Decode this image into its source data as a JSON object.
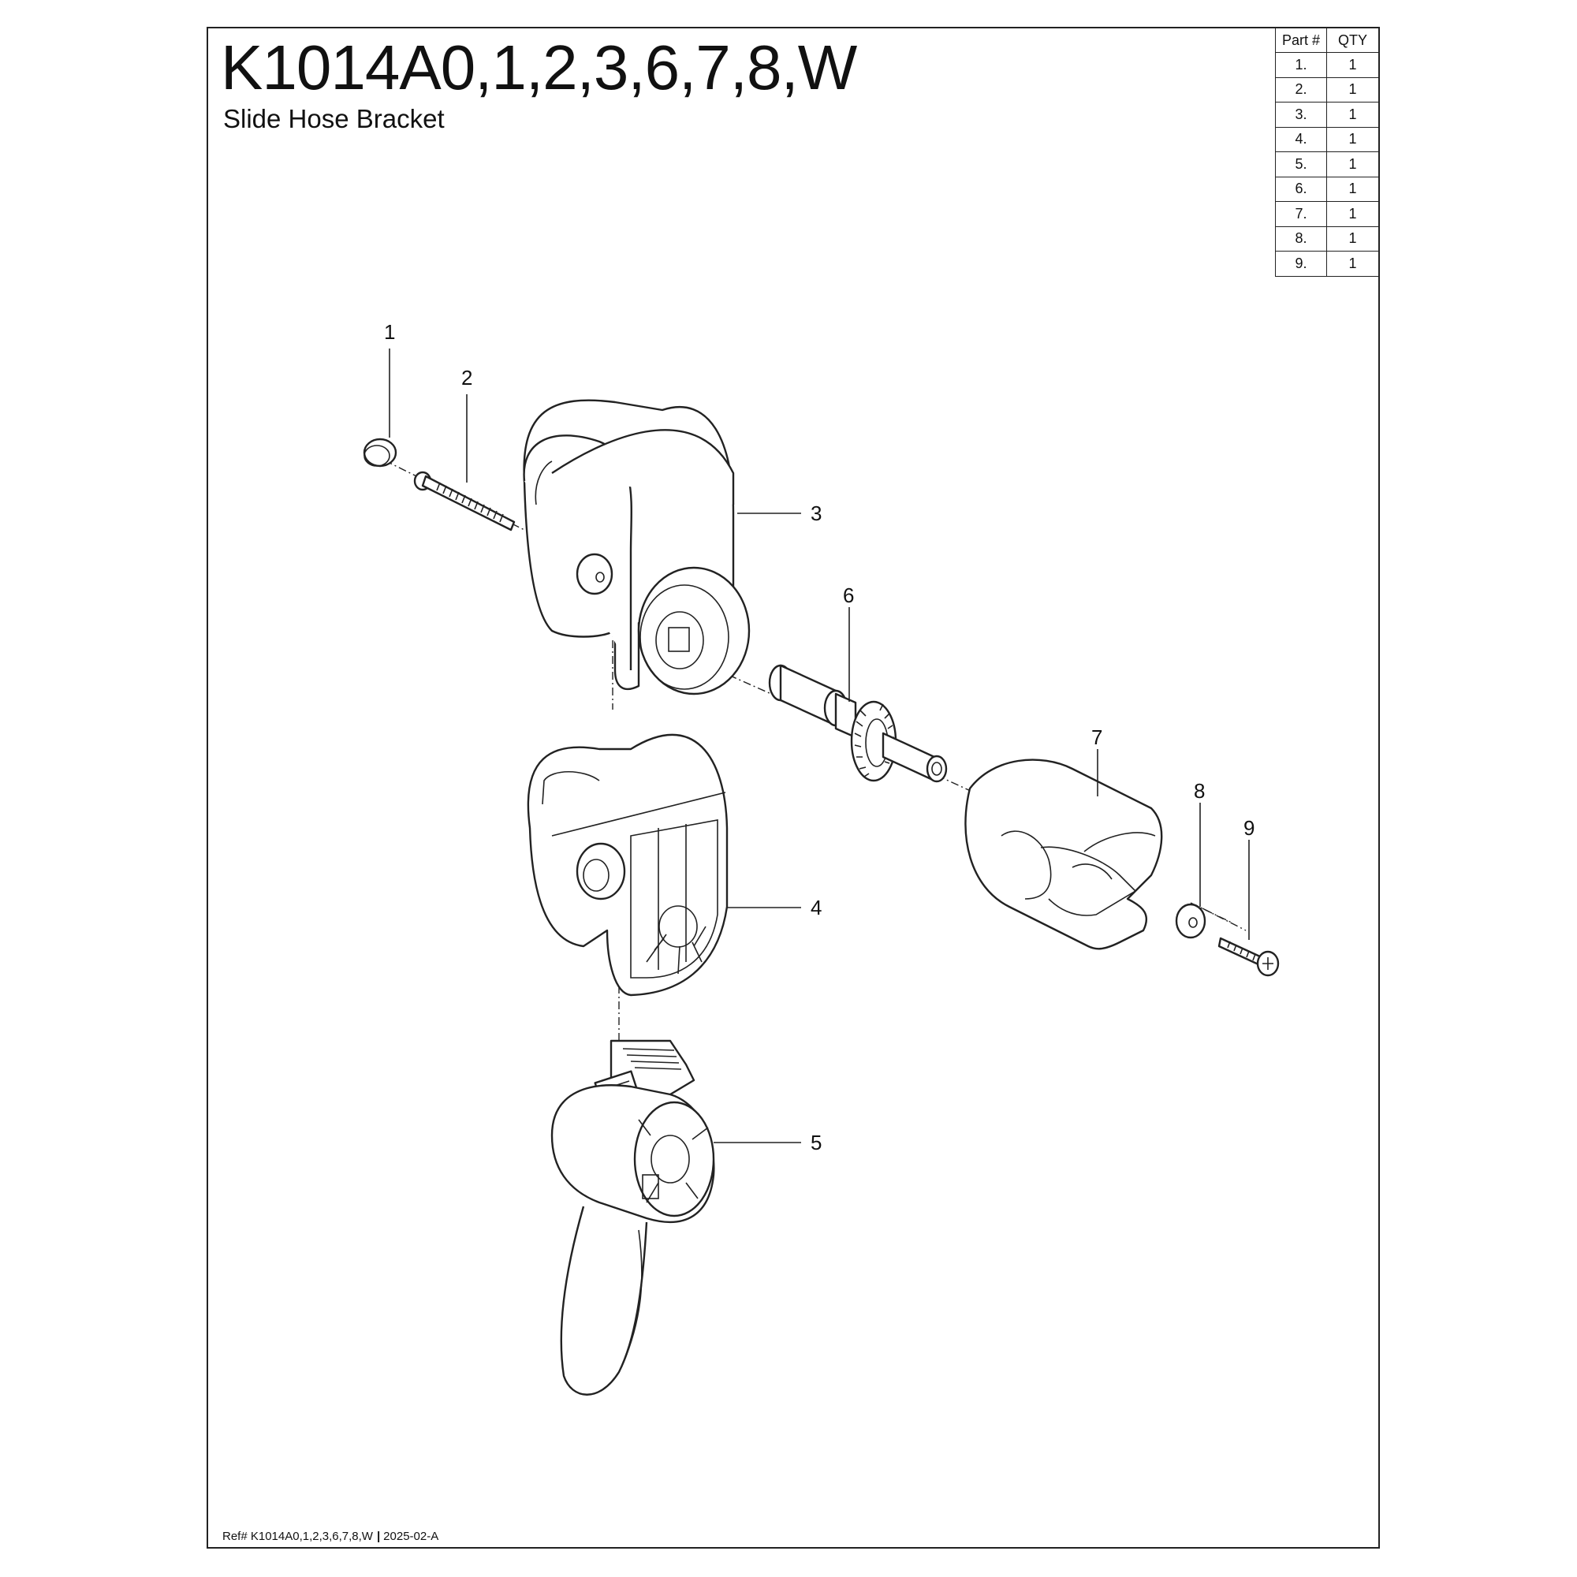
{
  "header": {
    "title": "K1014A0,1,2,3,6,7,8,W",
    "subtitle": "Slide Hose Bracket"
  },
  "parts_table": {
    "columns": [
      "Part #",
      "QTY"
    ],
    "rows": [
      {
        "part": "1.",
        "qty": "1"
      },
      {
        "part": "2.",
        "qty": "1"
      },
      {
        "part": "3.",
        "qty": "1"
      },
      {
        "part": "4.",
        "qty": "1"
      },
      {
        "part": "5.",
        "qty": "1"
      },
      {
        "part": "6.",
        "qty": "1"
      },
      {
        "part": "7.",
        "qty": "1"
      },
      {
        "part": "8.",
        "qty": "1"
      },
      {
        "part": "9.",
        "qty": "1"
      }
    ]
  },
  "callouts": [
    "1",
    "2",
    "3",
    "4",
    "5",
    "6",
    "7",
    "8",
    "9"
  ],
  "footer": {
    "ref": "Ref# K1014A0,1,2,3,6,7,8,W",
    "separator": "|",
    "revision": "2025-02-A"
  }
}
